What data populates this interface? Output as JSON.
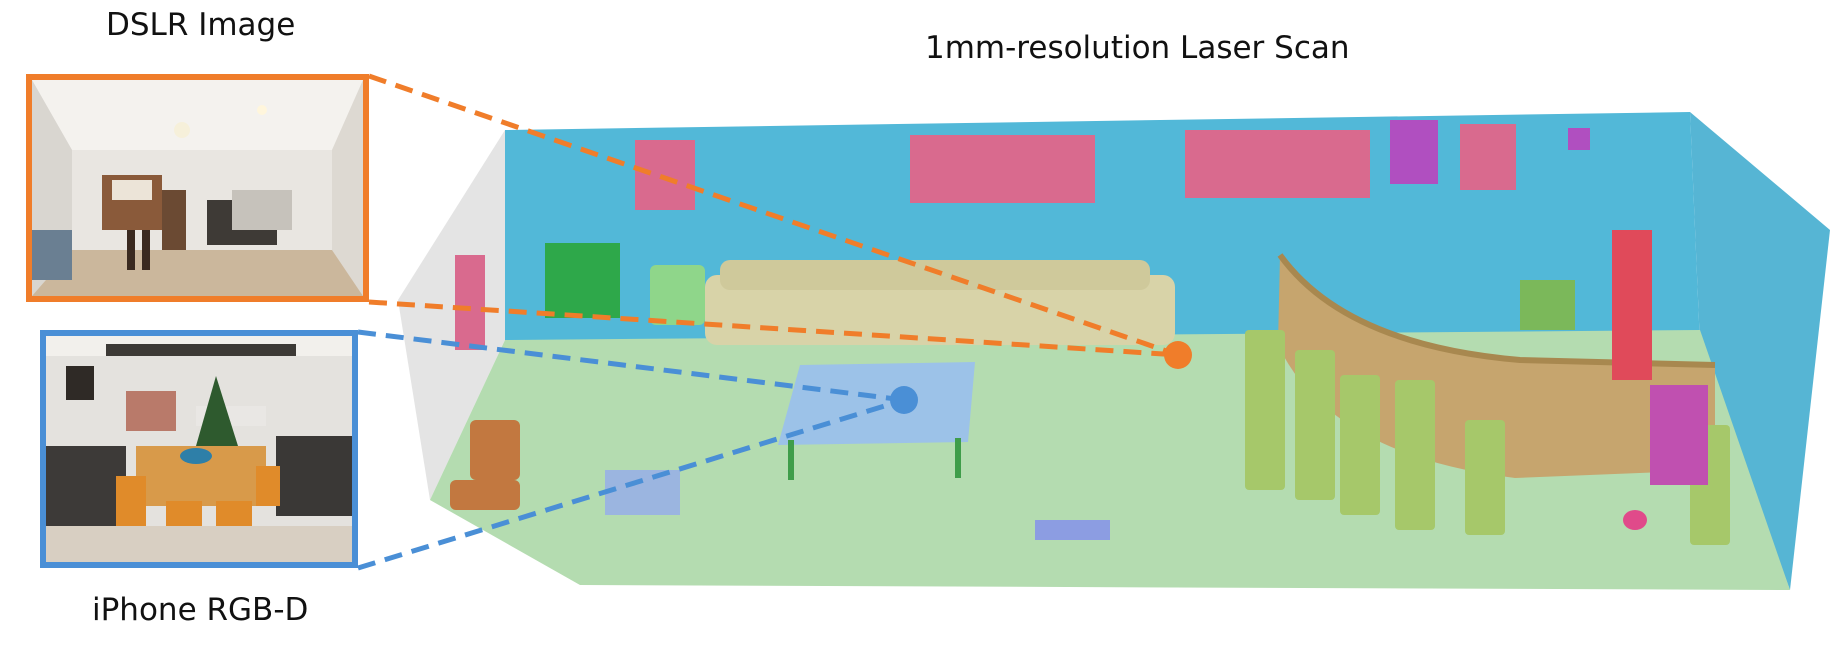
{
  "labels": {
    "dslr": "DSLR Image",
    "scan": "1mm-resolution Laser Scan",
    "iphone": "iPhone RGB-D"
  },
  "colors": {
    "dslr_accent": "#f07d2a",
    "iphone_accent": "#4a8fd6",
    "wall": "#52b8d8",
    "floor": "#b4dcb0",
    "sofa": "#d8d3a8",
    "poster": "#d96a8e",
    "bar_counter": "#c6a56e",
    "stool": "#a6c86a"
  }
}
